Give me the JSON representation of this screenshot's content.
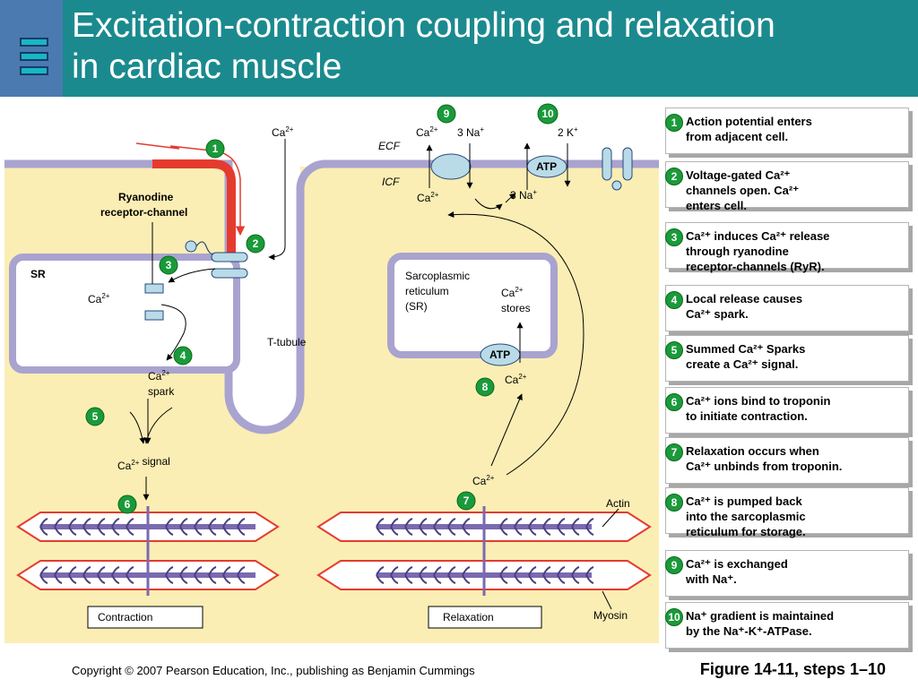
{
  "header": {
    "title_line1": "Excitation-contraction coupling and relaxation",
    "title_line2": "in cardiac muscle",
    "logo": "stacked-bars-logo"
  },
  "labels": {
    "ca": "Ca",
    "ca_charge": "2+",
    "ecf": "ECF",
    "icf": "ICF",
    "na3": "3 Na",
    "na_charge": "+",
    "k2": "2 K",
    "k_charge": "+",
    "atp": "ATP",
    "ryanodine_line1": "Ryanodine",
    "ryanodine_line2": "receptor-channel",
    "sr": "SR",
    "sarco_line1": "Sarcoplasmic",
    "sarco_line2": "reticulum",
    "sarco_line3": "(SR)",
    "stores": "stores",
    "ttubule": "T-tubule",
    "spark": "spark",
    "signal": "signal",
    "actin": "Actin",
    "myosin": "Myosin",
    "contraction": "Contraction",
    "relaxation": "Relaxation"
  },
  "badges": [
    "1",
    "2",
    "3",
    "4",
    "5",
    "6",
    "7",
    "8",
    "9",
    "10"
  ],
  "steps": [
    {
      "num": "1",
      "text": "Action potential enters\n from adjacent cell."
    },
    {
      "num": "2",
      "text": "Voltage-gated Ca²⁺\nchannels open. Ca²⁺\nenters cell."
    },
    {
      "num": "3",
      "text": "Ca²⁺ induces Ca²⁺ release\nthrough ryanodine\nreceptor-channels (RyR)."
    },
    {
      "num": "4",
      "text": "Local release causes\nCa²⁺ spark."
    },
    {
      "num": "5",
      "text": "Summed Ca²⁺ Sparks\ncreate a Ca²⁺ signal."
    },
    {
      "num": "6",
      "text": "Ca²⁺ ions bind to troponin\nto initiate contraction."
    },
    {
      "num": "7",
      "text": "Relaxation occurs when\nCa²⁺ unbinds from troponin."
    },
    {
      "num": "8",
      "text": "Ca²⁺ is pumped back\ninto the sarcoplasmic\nreticulum for storage."
    },
    {
      "num": "9",
      "text": "Ca²⁺ is exchanged\nwith Na⁺."
    },
    {
      "num": "10",
      "text": "Na⁺ gradient is maintained\nby the Na⁺-K⁺-ATPase."
    }
  ],
  "footer": {
    "copyright": "Copyright © 2007 Pearson Education, Inc., publishing as Benjamin Cummings",
    "figure": "Figure 14-11, steps 1–10"
  },
  "colors": {
    "header": "#1b8a8e",
    "cytoplasm": "#fbeeb4",
    "membrane": "#a9a3cf",
    "badge": "#1a9a3a",
    "action_potential": "#e53b2f"
  }
}
